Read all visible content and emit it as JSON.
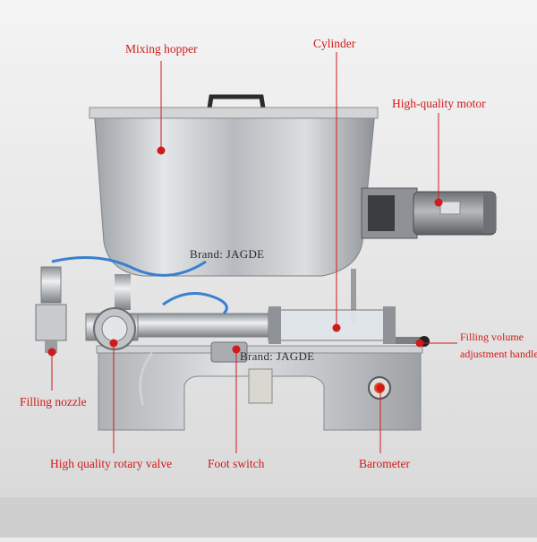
{
  "labels": {
    "mixing_hopper": "Mixing hopper",
    "cylinder": "Cylinder",
    "motor": "High-quality motor",
    "volume_line1": "Filling volume",
    "volume_line2": "adjustment handle",
    "nozzle": "Filling nozzle",
    "rotary_valve": "High quality rotary valve",
    "foot_switch": "Foot switch",
    "barometer": "Barometer"
  },
  "brand_hopper": "Brand: JAGDE",
  "brand_base": "Brand: JAGDE",
  "colors": {
    "label": "#d11a1a",
    "background": "#ececec",
    "steel": "#c9cbcd",
    "motor_body": "#8a8d90"
  }
}
